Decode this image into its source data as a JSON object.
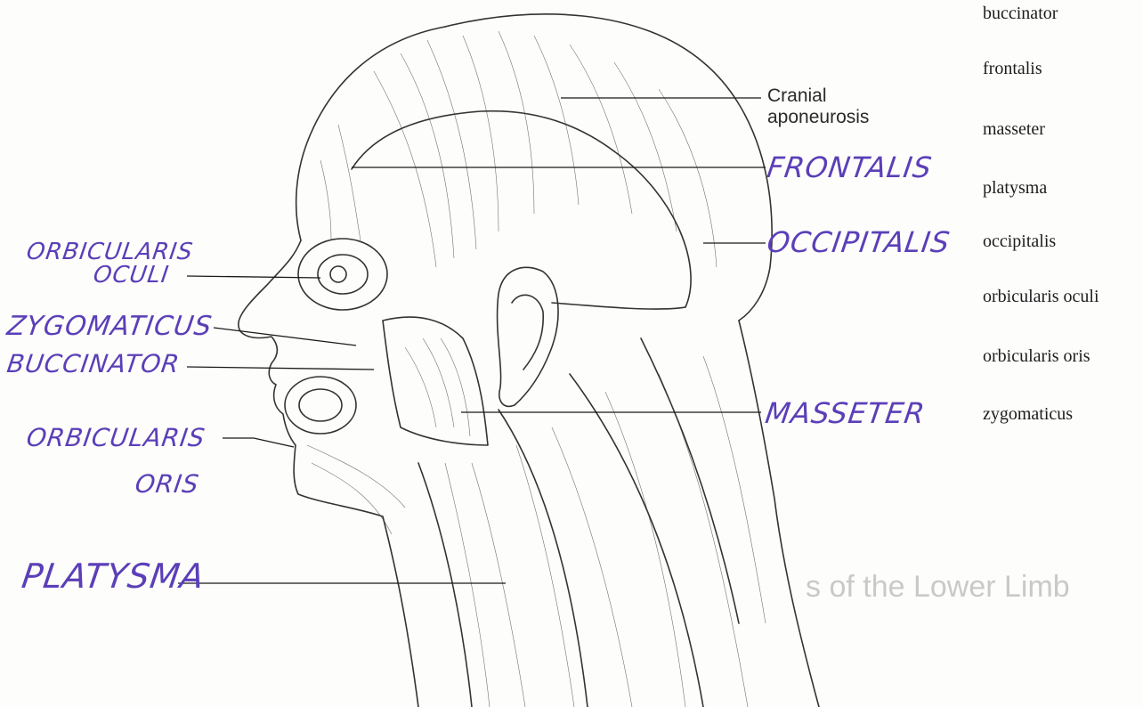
{
  "printed_labels": {
    "cranial_1": "Cranial",
    "cranial_2": "aponeurosis"
  },
  "handwritten_labels": {
    "frontalis": "FRONTALIS",
    "occipitalis": "OCCIPITALIS",
    "orbicularis_oculi_1": "ORBICULARIS",
    "orbicularis_oculi_2": "OCULI",
    "zygomaticus": "ZYGOMATICUS",
    "buccinator": "BUCCINATOR",
    "orbicularis_oris_1": "ORBICULARIS",
    "orbicularis_oris_2": "ORIS",
    "masseter": "MASSETER",
    "platysma": "PLATYSMA"
  },
  "word_bank": [
    "buccinator",
    "frontalis",
    "masseter",
    "platysma",
    "occipitalis",
    "orbicularis oculi",
    "orbicularis oris",
    "zygomaticus"
  ],
  "background_heading": "s of the Lower Limb",
  "colors": {
    "ink": "#5b3fb8",
    "leader": "#1a1a1a",
    "illustration": "#333333"
  }
}
